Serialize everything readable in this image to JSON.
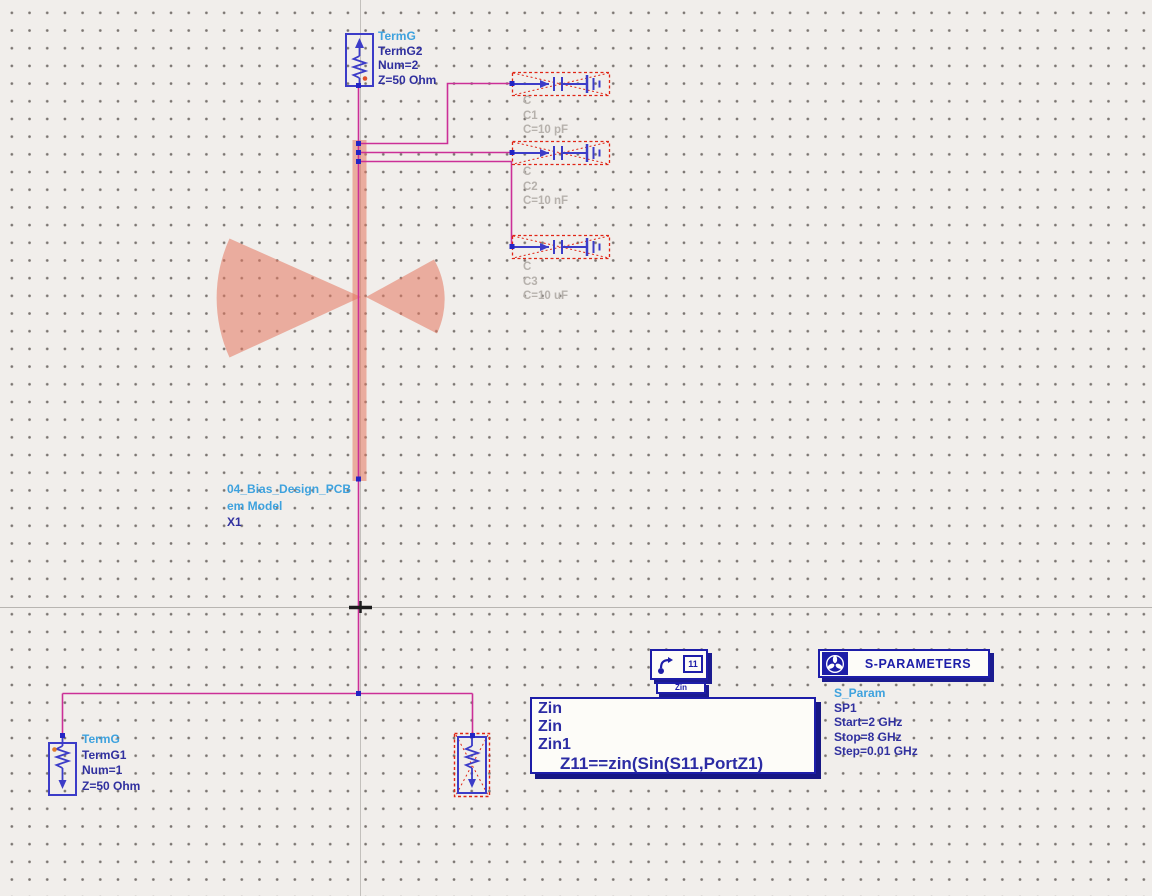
{
  "colors": {
    "wire": "#cb2f97",
    "component": "#3c3cc8",
    "instance_label": "#30309f",
    "type_label": "#3ea2de",
    "selection": "#e02515",
    "trace_fill": "#e37b60",
    "block_border": "#1d1da8",
    "faded_label": "#b6b1ac"
  },
  "terms": {
    "term2": {
      "type": "TermG",
      "name": "TermG2",
      "num": "Num=2",
      "z": "Z=50 Ohm"
    },
    "term1": {
      "type": "TermG",
      "name": "TermG1",
      "num": "Num=1",
      "z": "Z=50 Ohm"
    }
  },
  "capacitors": [
    {
      "type": "C",
      "name": "C1",
      "value": "C=10 pF"
    },
    {
      "type": "C",
      "name": "C2",
      "value": "C=10 nF"
    },
    {
      "type": "C",
      "name": "C3",
      "value": "C=10 uF"
    }
  ],
  "em_model": {
    "cell": "04_Bias_Design_PCB",
    "kind": "em Model",
    "instance": "X1"
  },
  "zin_meas": {
    "icon_port": "11",
    "icon_caption": "Zin",
    "line1": "Zin",
    "line2": "Zin",
    "line3": "Zin1",
    "equation": "Z11==zin(Sin(S11,PortZ1)"
  },
  "s_parameters": {
    "title": "S-PARAMETERS",
    "type": "S_Param",
    "name": "SP1",
    "start": "Start=2 GHz",
    "stop": "Stop=8 GHz",
    "step": "Step=0.01 GHz"
  }
}
